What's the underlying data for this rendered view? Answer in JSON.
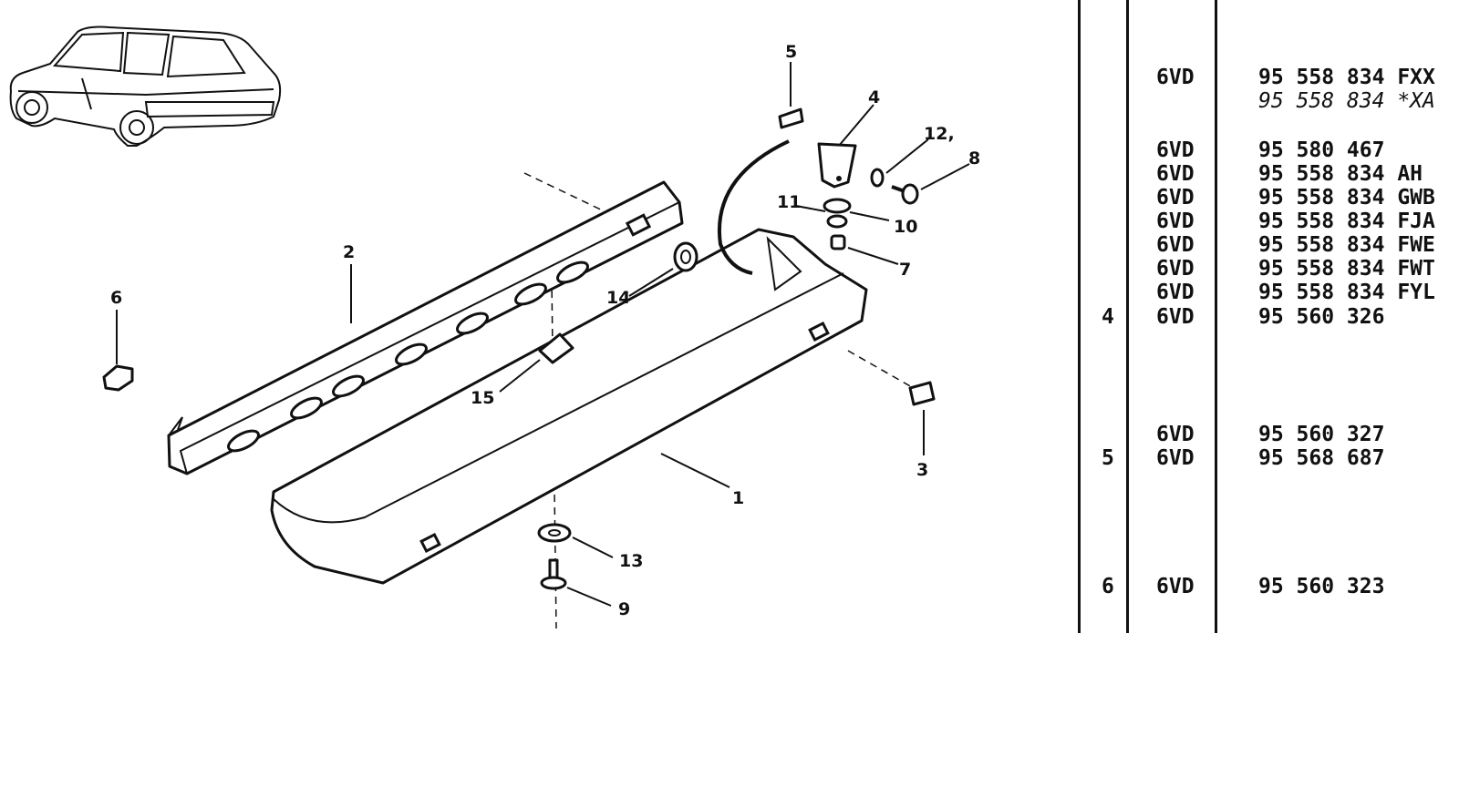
{
  "callouts": [
    "1",
    "2",
    "3",
    "4",
    "5",
    "6",
    "7",
    "8",
    "9",
    "10",
    "11",
    "12,",
    "13",
    "14",
    "15"
  ],
  "table": {
    "rows": [
      {
        "ref": "",
        "code": "6VD",
        "part": "95 558 834 FXX",
        "italic": false
      },
      {
        "ref": "",
        "code": "",
        "part": "95 558 834 *XA",
        "italic": true
      },
      {
        "ref": "",
        "code": "6VD",
        "part": "95 580 467",
        "italic": false
      },
      {
        "ref": "",
        "code": "6VD",
        "part": "95 558 834 AH",
        "italic": false
      },
      {
        "ref": "",
        "code": "6VD",
        "part": "95 558 834 GWB",
        "italic": false
      },
      {
        "ref": "",
        "code": "6VD",
        "part": "95 558 834 FJA",
        "italic": false
      },
      {
        "ref": "",
        "code": "6VD",
        "part": "95 558 834 FWE",
        "italic": false
      },
      {
        "ref": "",
        "code": "6VD",
        "part": "95 558 834 FWT",
        "italic": false
      },
      {
        "ref": "",
        "code": "6VD",
        "part": "95 558 834 FYL",
        "italic": false
      },
      {
        "ref": "4",
        "code": "6VD",
        "part": "95 560 326",
        "italic": false
      },
      {
        "ref": "",
        "code": "6VD",
        "part": "95 560 327",
        "italic": false
      },
      {
        "ref": "5",
        "code": "6VD",
        "part": "95 568 687",
        "italic": false
      },
      {
        "ref": "6",
        "code": "6VD",
        "part": "95 560 323",
        "italic": false
      }
    ]
  }
}
